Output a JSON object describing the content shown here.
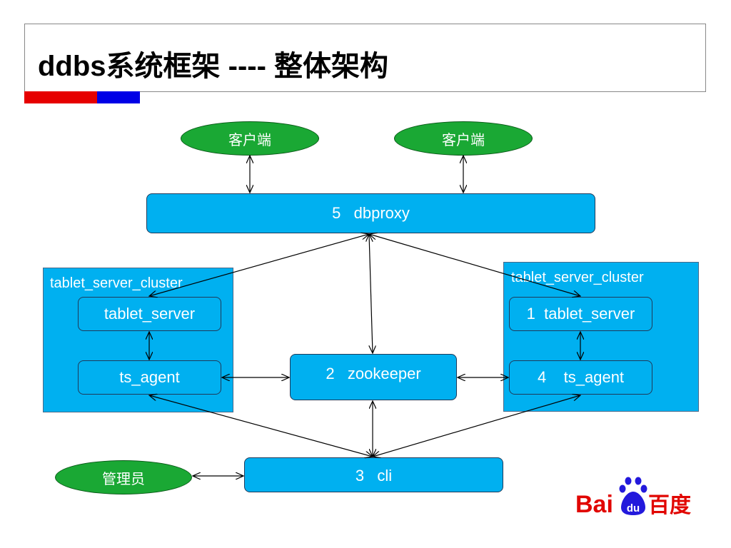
{
  "title": "ddbs系统框架 ---- 整体架构",
  "nodes": {
    "client_left": "客户端",
    "client_right": "客户端",
    "dbproxy": "5   dbproxy",
    "zookeeper": "2   zookeeper",
    "cli": "3   cli",
    "admin": "管理员",
    "cluster_left": {
      "label": "tablet_server_cluster",
      "tablet_server": "tablet_server",
      "ts_agent": "ts_agent"
    },
    "cluster_right": {
      "label": "tablet_server_cluster",
      "tablet_server": "1  tablet_server",
      "ts_agent": "4    ts_agent"
    }
  },
  "logo": {
    "latin": "Bai",
    "paw_text": "du",
    "chinese": "百度"
  },
  "colors": {
    "box_fill": "#00b0f0",
    "ellipse_fill": "#1aa834",
    "accent_red": "#e60000",
    "accent_blue": "#0000e6",
    "logo_red": "#e10602",
    "logo_blue": "#2319dc"
  }
}
